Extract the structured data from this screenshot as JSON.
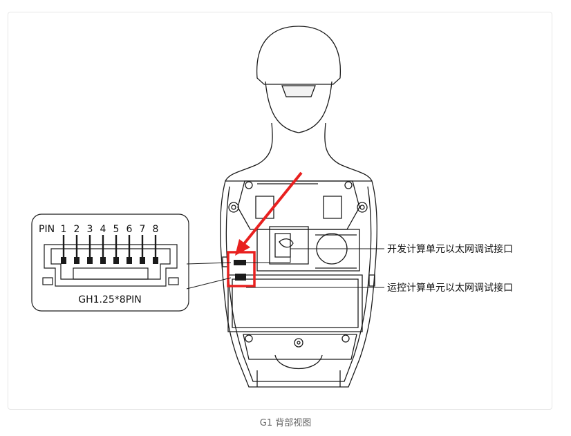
{
  "figure": {
    "caption": "G1 背部视图"
  },
  "connector_inset": {
    "pin_label": "PIN",
    "pin_numbers": [
      "1",
      "2",
      "3",
      "4",
      "5",
      "6",
      "7",
      "8"
    ],
    "model_label": "GH1.25*8PIN"
  },
  "callouts": [
    {
      "label": "开发计算单元以太网调试接口"
    },
    {
      "label": "运控计算单元以太网调试接口"
    }
  ],
  "colors": {
    "highlight": "#e8201f",
    "line_art": "#1a1a1a",
    "caption": "#666666"
  }
}
